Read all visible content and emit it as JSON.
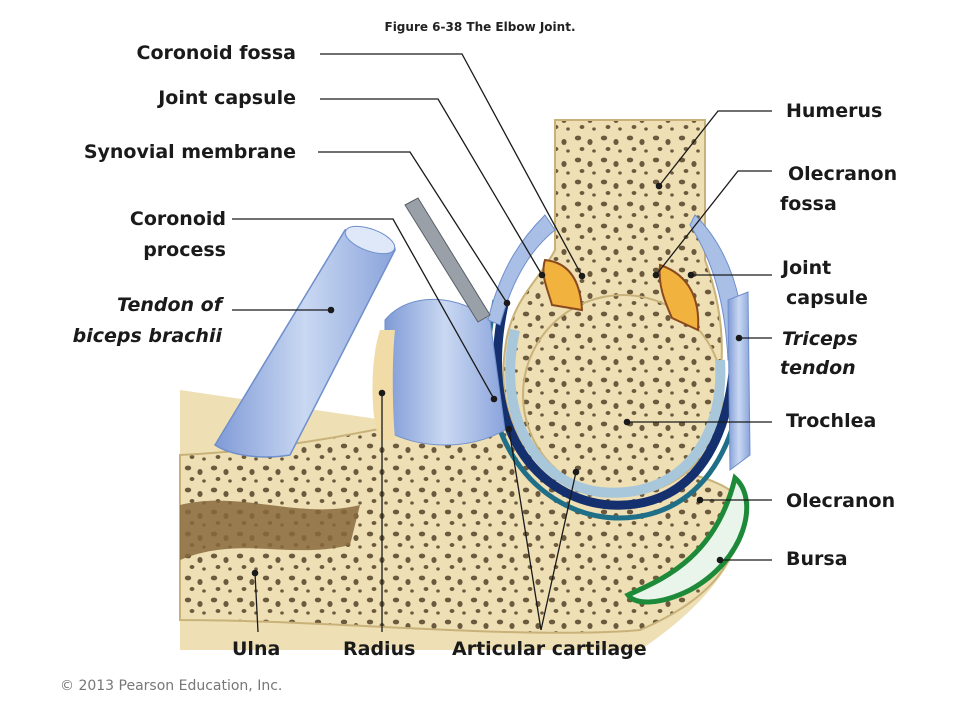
{
  "caption": "Figure 6-38  The Elbow Joint.",
  "copyright": "© 2013 Pearson Education, Inc.",
  "labels": {
    "coronoid_fossa": "Coronoid  fossa",
    "joint_capsule_left": "Joint capsule",
    "synovial_membrane": "Synovial membrane",
    "coronoid_process_1": "Coronoid",
    "coronoid_process_2": "process",
    "tendon_biceps_1": "Tendon of",
    "tendon_biceps_2": "biceps brachii",
    "humerus": "Humerus",
    "olecranon_fossa_1": "Olecranon",
    "olecranon_fossa_2": "fossa",
    "joint_capsule_right_1": "Joint",
    "joint_capsule_right_2": "capsule",
    "triceps_tendon_1": "Triceps",
    "triceps_tendon_2": "tendon",
    "trochlea": "Trochlea",
    "olecranon": "Olecranon",
    "bursa": "Bursa",
    "ulna": "Ulna",
    "radius": "Radius",
    "articular_cartilage": "Articular cartilage"
  },
  "colors": {
    "bone": "#eedfb4",
    "bone_edge": "#c9b27a",
    "marrow_pores": "#6b5a3e",
    "tendon": "#a9bfe6",
    "tendon_dark": "#6f8fcc",
    "cartilage": "#a9c7da",
    "synovial_dark": "#14306e",
    "joint_cavity": "#1f6f88",
    "fat_pad": "#f2b23e",
    "bursa": "#1d8a3a",
    "probe": "#8a8f96"
  }
}
